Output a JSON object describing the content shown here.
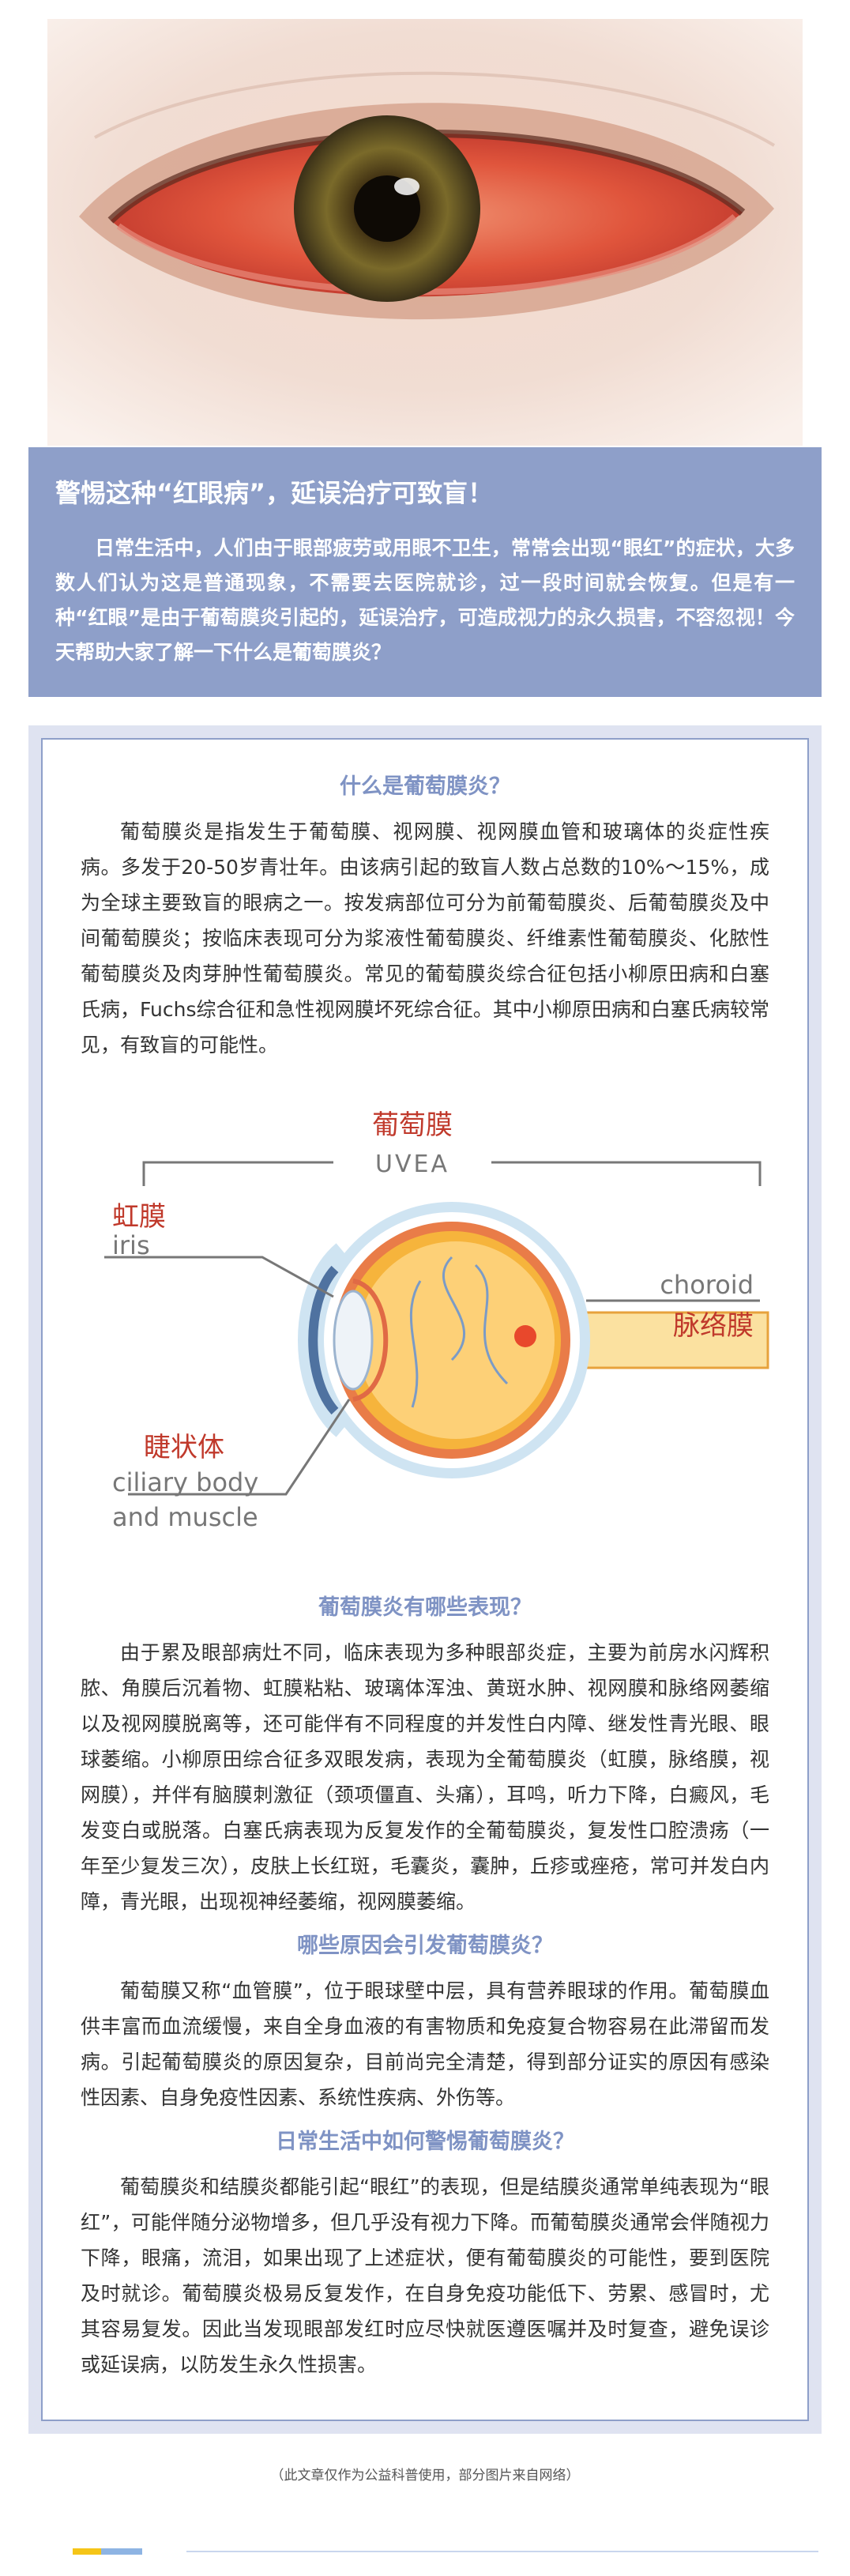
{
  "hero": {
    "image": "red-eye-photo"
  },
  "intro": {
    "title": "警惕这种“红眼病”，延误治疗可致盲！",
    "text": "日常生活中，人们由于眼部疲劳或用眼不卫生，常常会出现“眼红”的症状，大多数人们认为这是普通现象，不需要去医院就诊，过一段时间就会恢复。但是有一种“红眼”是由于葡萄膜炎引起的，延误治疗，可造成视力的永久损害，不容忽视！今天帮助大家了解一下什么是葡萄膜炎？"
  },
  "sections": [
    {
      "title": "什么是葡萄膜炎？",
      "text": "葡萄膜炎是指发生于葡萄膜、视网膜、视网膜血管和玻璃体的炎症性疾病。多发于20-50岁青壮年。由该病引起的致盲人数占总数的10%～15%，成为全球主要致盲的眼病之一。按发病部位可分为前葡萄膜炎、后葡萄膜炎及中间葡萄膜炎；按临床表现可分为浆液性葡萄膜炎、纤维素性葡萄膜炎、化脓性葡萄膜炎及肉芽肿性葡萄膜炎。常见的葡萄膜炎综合征包括小柳原田病和白塞氏病，Fuchs综合征和急性视网膜坏死综合征。其中小柳原田病和白塞氏病较常见，有致盲的可能性。"
    },
    {
      "title": "葡萄膜炎有哪些表现？",
      "text": "由于累及眼部病灶不同，临床表现为多种眼部炎症，主要为前房水闪辉积脓、角膜后沉着物、虹膜粘粘、玻璃体浑浊、黄斑水肿、视网膜和脉络网萎缩以及视网膜脱离等，还可能伴有不同程度的并发性白内障、继发性青光眼、眼球萎缩。小柳原田综合征多双眼发病，表现为全葡萄膜炎（虹膜，脉络膜，视网膜），并伴有脑膜刺激征（颈项僵直、头痛），耳鸣，听力下降，白癜风，毛发变白或脱落。白塞氏病表现为反复发作的全葡萄膜炎，复发性口腔溃疡（一年至少复发三次），皮肤上长红斑，毛囊炎，囊肿，丘疹或痤疮，常可并发白内障，青光眼，出现视神经萎缩，视网膜萎缩。"
    },
    {
      "title": "哪些原因会引发葡萄膜炎？",
      "text": "葡萄膜又称“血管膜”，位于眼球壁中层，具有营养眼球的作用。葡萄膜血供丰富而血流缓慢，来自全身血液的有害物质和免疫复合物容易在此滞留而发病。引起葡萄膜炎的原因复杂，目前尚完全清楚，得到部分证实的原因有感染性因素、自身免疫性因素、系统性疾病、外伤等。"
    },
    {
      "title": "日常生活中如何警惕葡萄膜炎？",
      "text": "葡萄膜炎和结膜炎都能引起“眼红”的表现，但是结膜炎通常单纯表现为“眼红”，可能伴随分泌物增多，但几乎没有视力下降。而葡萄膜炎通常会伴随视力下降，眼痛，流泪，如果出现了上述症状，便有葡萄膜炎的可能性，要到医院及时就诊。葡萄膜炎极易反复发作，在自身免疫功能低下、劳累、感冒时，尤其容易复发。因此当发现眼部发红时应尽快就医遵医嘱并及时复查，避免误诊或延误病，以防发生永久性损害。"
    }
  ],
  "diagram": {
    "uvea_cn": "葡萄膜",
    "uvea_en": "UVEA",
    "iris_cn": "虹膜",
    "iris_en": "iris",
    "choroid_en": "choroid",
    "choroid_cn": "脉络膜",
    "ciliary_cn": "睫状体",
    "ciliary_en_1": "ciliary body",
    "ciliary_en_2": "and muscle"
  },
  "footnote": "（此文章仅作为公益科普使用，部分图片来自网络）",
  "colors": {
    "accent": "#8e9fc9",
    "title_blue": "#7f93c4",
    "label_red": "#c0392b",
    "deco_yellow": "#f5c518",
    "deco_blue": "#8eb4e3"
  }
}
